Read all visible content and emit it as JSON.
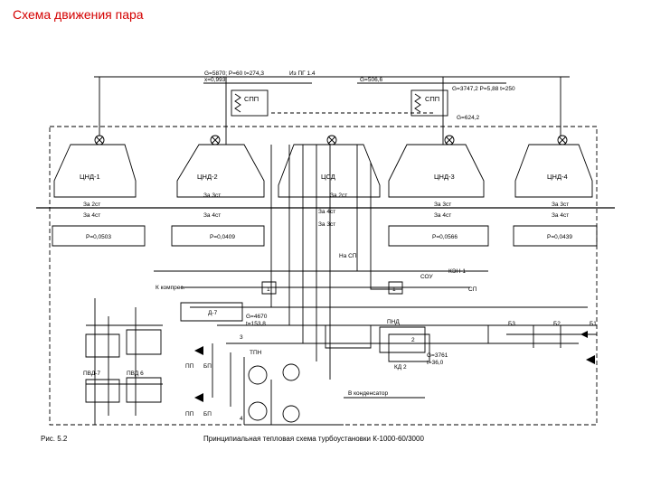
{
  "title": "Схема движения пара",
  "labels": {
    "spp_left": "СПП",
    "spp_right": "СПП",
    "g_top": "G=5870; P=60 t=274,3",
    "x_top": "x=0,993",
    "iz_pg": "Из ПГ 1.4",
    "g_506": "G=506,6",
    "g_top_right": "G=3747,2 P=5,88 t=250",
    "g_624": "G=624,2",
    "cnd1": "ЦНД-1",
    "cnd2": "ЦНД-2",
    "cnd3": "ЦНД-3",
    "cnd4": "ЦНД-4",
    "csd": "ЦСД",
    "p_0503": "P=0,0503",
    "p_0409": "P=0,0409",
    "p_0566": "P=0,0566",
    "p_0439": "P=0,0439",
    "za_4st_1": "За 4ст",
    "za_4st_2": "За 4ст",
    "za_4st_3": "За 4ст",
    "za_4st_4": "За 4ст",
    "za_2st_1": "За 2ст",
    "za_2st_2": "За 2ст",
    "za_3st_1": "За 3ст",
    "za_3st_2": "За 3ст",
    "za_3st_3": "За 3ст",
    "za_4st_c": "За 4ст",
    "za_3st_c": "За 3ст",
    "na_sp": "На СП",
    "sou": "СОУ",
    "ksn": "КЭН-1",
    "sp": "СП",
    "k_kompr": "К компрес.",
    "d7": "Д-7",
    "g_4670": "G=4670",
    "t_153": "t=153,8",
    "pvd7": "ПВД-7",
    "pvd6": "ПВД 6",
    "tpn": "ТПН",
    "pnd": "ПНД",
    "kd2": "КД 2",
    "g_3761": "G=3761",
    "t_36": "t=36,0",
    "b3": "Б3",
    "b2": "Б2",
    "b1": "Б1",
    "v_kondensator": "В конденсатор",
    "pp1": "ПП",
    "bp1": "БП",
    "pp2": "ПП",
    "bp2": "БП",
    "n1": "1",
    "n1b": "1",
    "n2": "2",
    "n3": "3",
    "n4": "4",
    "fig": "Рис. 5.2",
    "caption": "Принципиальная тепловая схема турбоустановки К-1000-60/3000"
  }
}
